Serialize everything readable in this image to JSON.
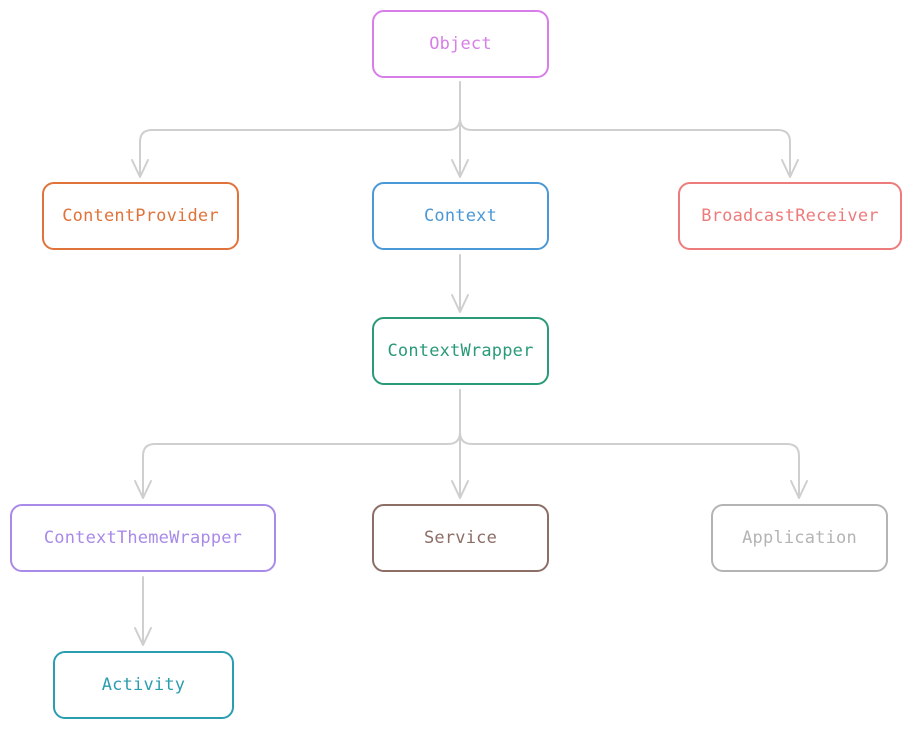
{
  "diagram": {
    "nodes": {
      "object": {
        "label": "Object",
        "color": "#d77ee8"
      },
      "content_provider": {
        "label": "ContentProvider",
        "color": "#e0733a"
      },
      "context": {
        "label": "Context",
        "color": "#4a98d6"
      },
      "broadcast_receiver": {
        "label": "BroadcastReceiver",
        "color": "#ee7b7b"
      },
      "context_wrapper": {
        "label": "ContextWrapper",
        "color": "#2a9a79"
      },
      "context_theme_wrapper": {
        "label": "ContextThemeWrapper",
        "color": "#a98ae8"
      },
      "service": {
        "label": "Service",
        "color": "#8c6e66"
      },
      "application": {
        "label": "Application",
        "color": "#b4b4b4"
      },
      "activity": {
        "label": "Activity",
        "color": "#2b9db0"
      }
    },
    "edges": [
      {
        "from": "Object",
        "to": "ContentProvider"
      },
      {
        "from": "Object",
        "to": "Context"
      },
      {
        "from": "Object",
        "to": "BroadcastReceiver"
      },
      {
        "from": "Context",
        "to": "ContextWrapper"
      },
      {
        "from": "ContextWrapper",
        "to": "ContextThemeWrapper"
      },
      {
        "from": "ContextWrapper",
        "to": "Service"
      },
      {
        "from": "ContextWrapper",
        "to": "Application"
      },
      {
        "from": "ContextThemeWrapper",
        "to": "Activity"
      }
    ],
    "edge_color": "#cfcfcf"
  }
}
